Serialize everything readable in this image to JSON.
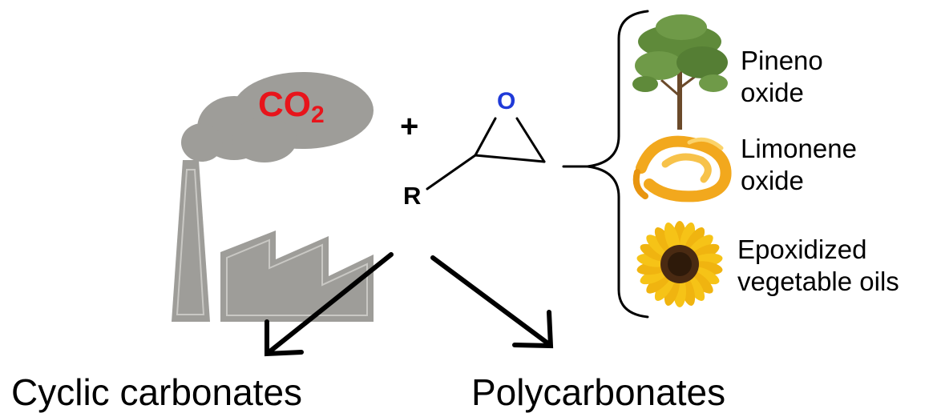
{
  "reactants": {
    "co2_label": "CO",
    "co2_subscript": "2",
    "plus": "+",
    "epoxide_oxygen": "O",
    "epoxide_r_group": "R"
  },
  "sources": [
    {
      "label_line1": "Pineno",
      "label_line2": "oxide",
      "icon": "pine-tree-icon"
    },
    {
      "label_line1": "Limonene",
      "label_line2": "oxide",
      "icon": "orange-peel-icon"
    },
    {
      "label_line1": "Epoxidized",
      "label_line2": "vegetable oils",
      "icon": "sunflower-icon"
    }
  ],
  "products": {
    "left": "Cyclic carbonates",
    "right": "Polycarbonates"
  },
  "colors": {
    "factory_gray": "#9e9d99",
    "factory_outline": "#c9c8c4",
    "co2_red": "#e8141b",
    "oxygen_blue": "#1f3ad8",
    "tree_green": "#5f8a3a",
    "peel_orange": "#f2a81d",
    "petal_yellow": "#f6c317",
    "flower_center": "#4a2a12"
  }
}
